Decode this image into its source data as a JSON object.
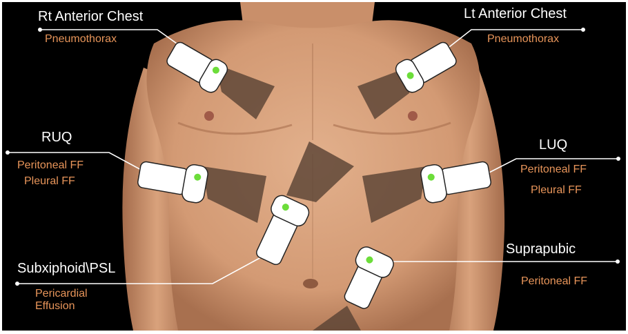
{
  "colors": {
    "background": "#000000",
    "skin": "#d9a27c",
    "skin_shadow": "#b07a58",
    "beam": "#5a4335",
    "probe": "#ffffff",
    "probe_dot": "#6cdd3a",
    "site_text": "#ffffff",
    "finding_text": "#e8955a",
    "leader_line": "#ffffff"
  },
  "sites": [
    {
      "id": "rt-anterior-chest",
      "name": "Rt Anterior Chest",
      "findings": [
        "Pneumothorax"
      ]
    },
    {
      "id": "lt-anterior-chest",
      "name": "Lt Anterior Chest",
      "findings": [
        "Pneumothorax"
      ]
    },
    {
      "id": "ruq",
      "name": "RUQ",
      "findings": [
        "Peritoneal FF",
        "Pleural FF"
      ]
    },
    {
      "id": "luq",
      "name": "LUQ",
      "findings": [
        "Peritoneal FF",
        "Pleural FF"
      ]
    },
    {
      "id": "subxiphoid-psl",
      "name": "Subxiphoid\\PSL",
      "findings": [
        "Pericardial Effusion"
      ]
    },
    {
      "id": "suprapubic",
      "name": "Suprapubic",
      "findings": [
        "Peritoneal FF"
      ]
    }
  ]
}
